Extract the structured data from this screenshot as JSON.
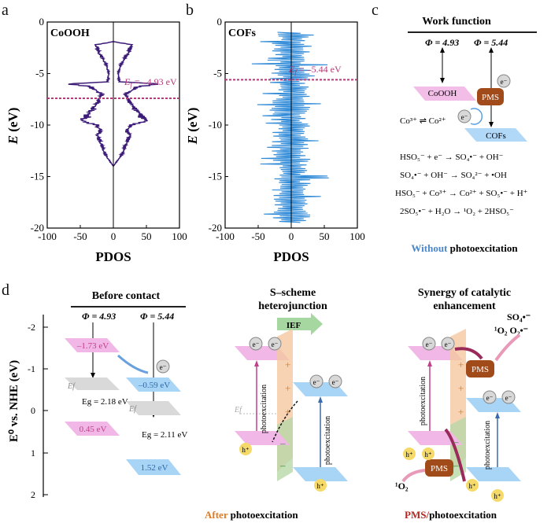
{
  "panels": {
    "a": "a",
    "b": "b",
    "c": "c",
    "d": "d"
  },
  "chart_data": [
    {
      "type": "line",
      "inset_label": "CoOOH",
      "annotation": "Ef = –4.93 eV",
      "annotation_prefix": "E",
      "annotation_sub": "f",
      "annotation_value": " = –4.93 eV",
      "fermi_level": -7.4,
      "xlabel": "PDOS",
      "ylabel": "E (eV)",
      "xlim": [
        -100,
        100
      ],
      "ylim": [
        -20,
        0
      ],
      "xticks": [
        "-100",
        "-50",
        "0",
        "50",
        "100"
      ],
      "yticks": [
        "0",
        "-5",
        "-10",
        "-15",
        "-20"
      ],
      "color": "#3b1a78",
      "envelope": [
        [
          -1.9,
          0
        ],
        [
          -2.2,
          30
        ],
        [
          -2.6,
          28
        ],
        [
          -3.0,
          25
        ],
        [
          -3.6,
          18
        ],
        [
          -4.2,
          12
        ],
        [
          -5.0,
          8
        ],
        [
          -5.8,
          10
        ],
        [
          -6.0,
          75
        ],
        [
          -6.3,
          40
        ],
        [
          -7.0,
          20
        ],
        [
          -8.0,
          30
        ],
        [
          -9.0,
          45
        ],
        [
          -9.6,
          55
        ],
        [
          -10.0,
          30
        ],
        [
          -10.5,
          22
        ],
        [
          -11.0,
          28
        ],
        [
          -12.0,
          20
        ],
        [
          -12.8,
          15
        ],
        [
          -13.6,
          5
        ],
        [
          -14.0,
          0
        ]
      ]
    },
    {
      "type": "line",
      "inset_label": "COFs",
      "annotation_prefix": "E",
      "annotation_sub": "f",
      "annotation_value": " = –5.44 eV",
      "fermi_level": -5.6,
      "xlabel": "PDOS",
      "ylabel": "E (eV)",
      "xlim": [
        -100,
        100
      ],
      "ylim": [
        -20,
        0
      ],
      "xticks": [
        "-100",
        "-50",
        "0",
        "50",
        "100"
      ],
      "yticks": [
        "0",
        "-5",
        "-10",
        "-15",
        "-20"
      ],
      "color": "#2f8ad8"
    }
  ],
  "panel_c": {
    "title": "Work function",
    "phi1": "Φ = 4.93",
    "phi2": "Φ = 5.44",
    "cooh": "CoOOH",
    "cofs": "COFs",
    "pms": "PMS",
    "electron": "e⁻",
    "cycle": "Co³⁺ ⇌ Co²⁺",
    "equations": [
      "HSO₅⁻ + e⁻ → SO₄•⁻ + OH⁻",
      "SO₄•⁻ + OH⁻ → SO₄²⁻ + •OH",
      "HSO₅⁻ + Co³⁺ → Co²⁺ + SO₅•⁻ + H⁺",
      "2SO₅•⁻ + H₂O → ¹O₂ + 2HSO₅⁻"
    ],
    "caption_colored": "Without",
    "caption_rest": " photoexcitation",
    "caption_color": "#4a86c8"
  },
  "panel_d": {
    "before_title": "Before contact",
    "phi1": "Φ = 4.93",
    "phi2": "Φ = 5.44",
    "yaxis_label": "E⁰ vs. NHE (eV)",
    "yticks": [
      "-2",
      "-1",
      "0",
      "1",
      "2"
    ],
    "cb1": "–1.73 eV",
    "vb1": "0.45 eV",
    "cb2": "–0.59 eV",
    "vb2": "1.52 eV",
    "eg1": "Eg = 2.18 eV",
    "eg2": "Eg = 2.11 eV",
    "ef": "Ef",
    "s_title_1": "S–scheme",
    "s_title_2": "heterojunction",
    "ief": "IEF",
    "photoexc": "photoexcitation",
    "syn_title_1": "Synergy of catalytic",
    "syn_title_2": "enhancement",
    "so4": "SO₄•⁻",
    "o2": "¹O₂  O₂•⁻",
    "o2b": "¹O₂",
    "pms": "PMS",
    "eminus": "e⁻",
    "hplus": "h⁺",
    "caption_mid_colored": "After",
    "caption_mid_rest": " photoexcitation",
    "caption_mid_color": "#e07a1e",
    "caption_right_colored": "PMS/",
    "caption_right_rest": "photoexcitation",
    "caption_right_color": "#b5261e"
  }
}
